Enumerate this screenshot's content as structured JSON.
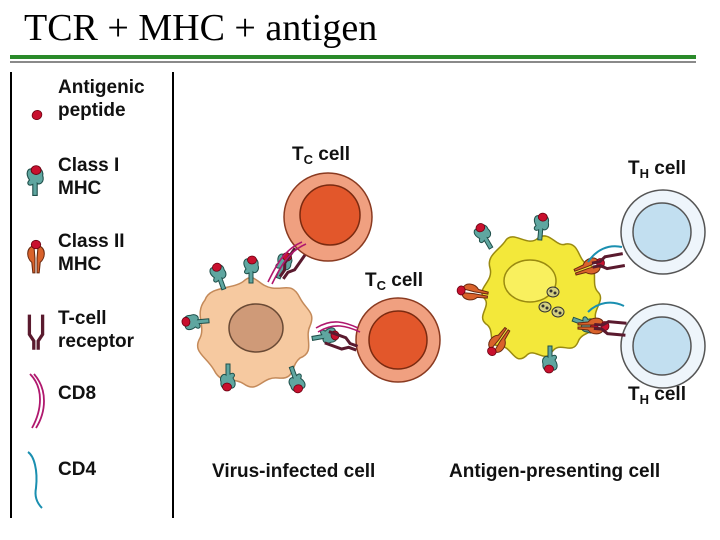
{
  "title": "TCR + MHC + antigen",
  "legend": {
    "antigenic_peptide": [
      "Antigenic",
      "peptide"
    ],
    "class1": [
      "Class I",
      "MHC"
    ],
    "class2": [
      "Class II",
      "MHC"
    ],
    "tcr": [
      "T-cell",
      "receptor"
    ],
    "cd8": "CD8",
    "cd4": "CD4"
  },
  "labels": {
    "tc_main": "T",
    "tc_sub": "C",
    "th_main": "T",
    "th_sub": "H",
    "cell_word": " cell",
    "virus_cell": "Virus-infected cell",
    "apc": "Antigen-presenting cell"
  },
  "colors": {
    "green_rule": "#2a8a2a",
    "peptide": "#c8102e",
    "mhc1": "#5fa6a0",
    "mhc2": "#d9622b",
    "tcr": "#5a1a2e",
    "cd8": "#b0186e",
    "cd4": "#1a8fb0",
    "tc_cell": "#e07a50",
    "th_cell": "#dcecf5",
    "virus_cell": "#f6c9a0",
    "apc": "#f3e83a"
  }
}
